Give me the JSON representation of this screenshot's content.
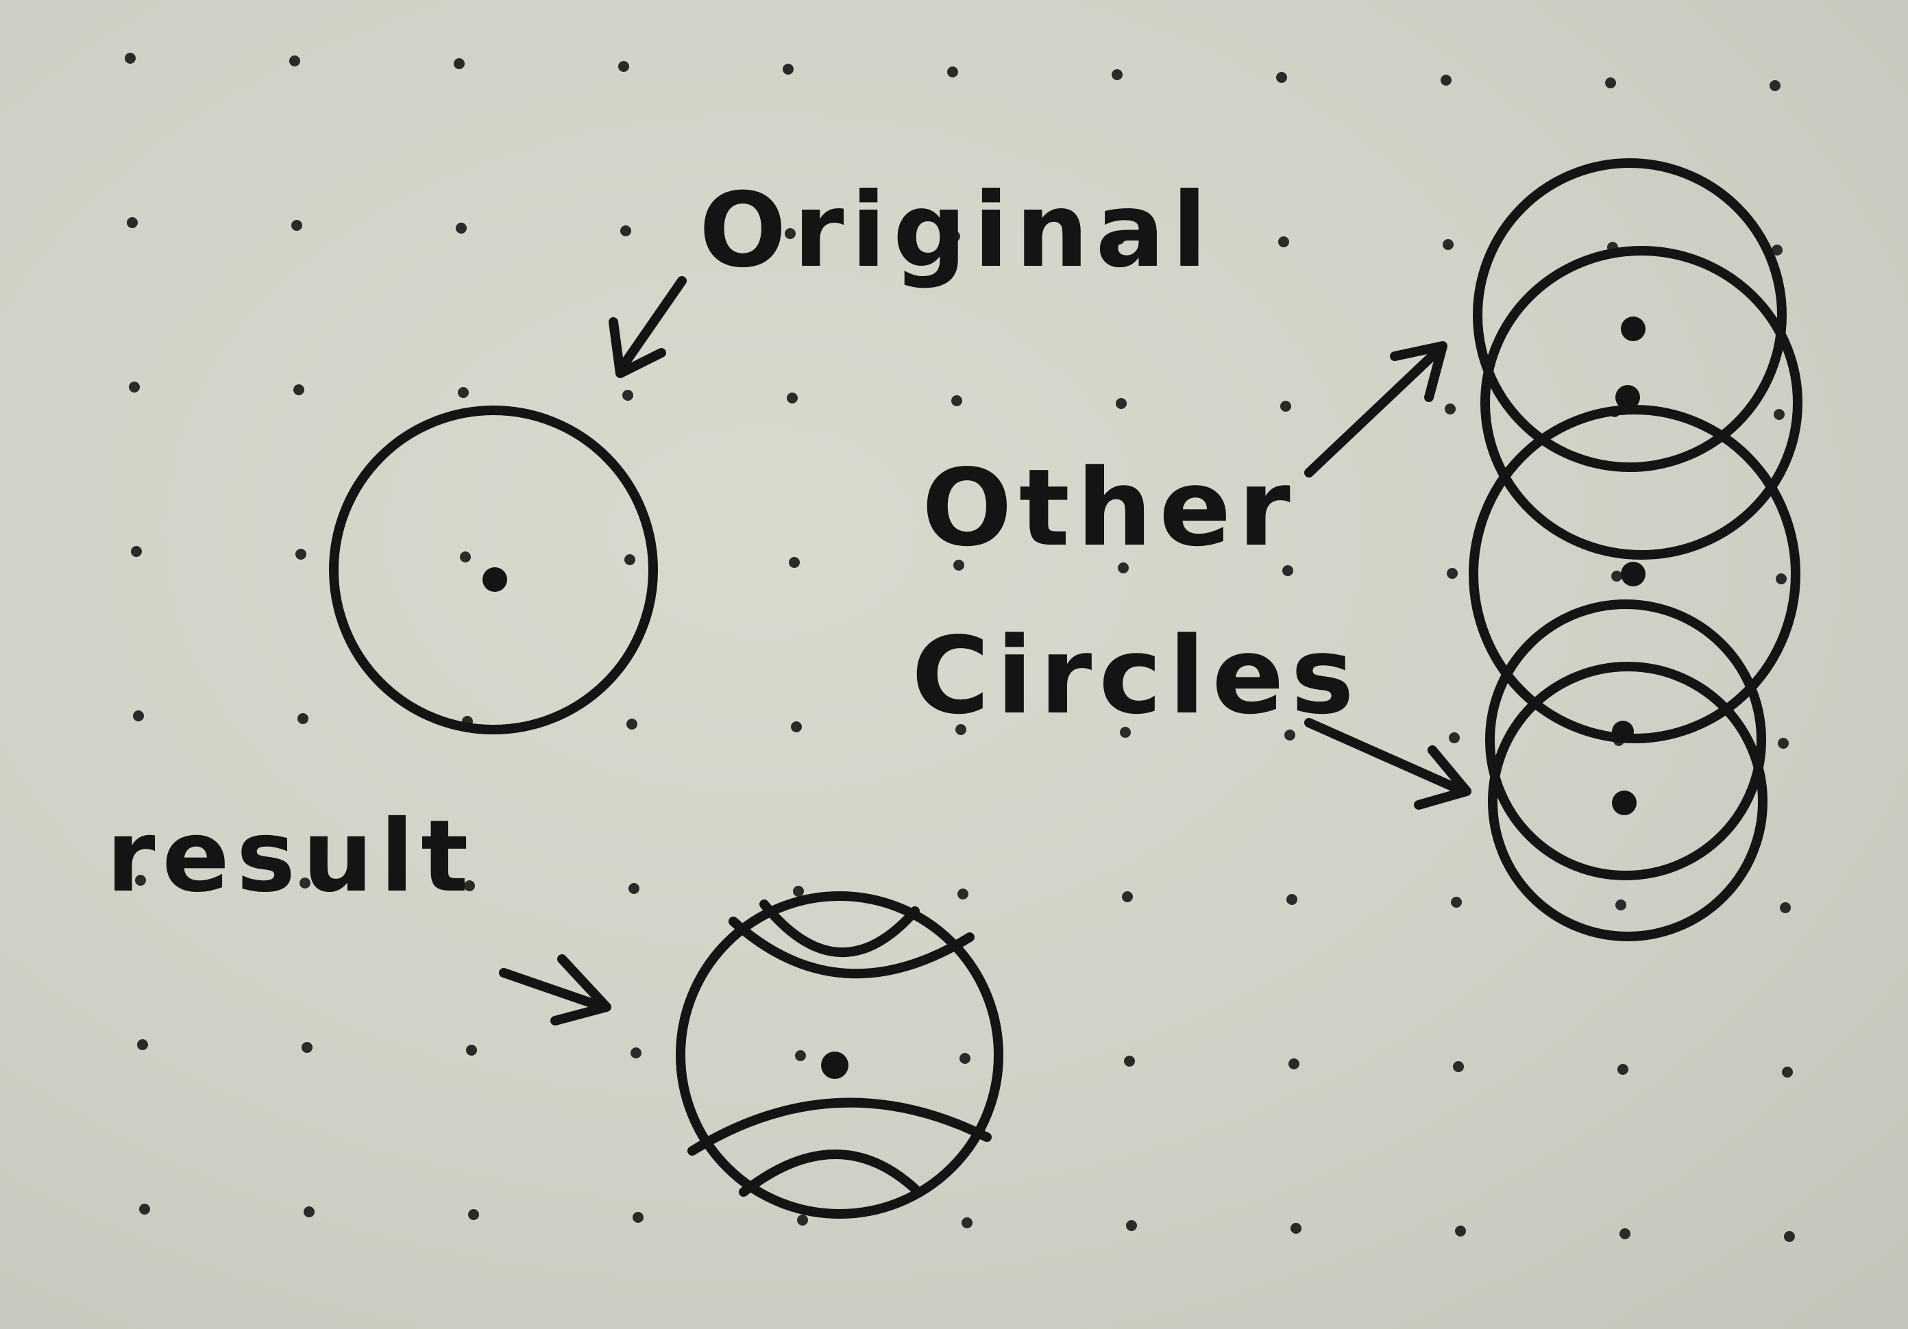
{
  "labels": {
    "original": "Original",
    "other_line1": "Other",
    "other_line2": "Circles",
    "result": "result"
  },
  "colors": {
    "paper": "#cfd2c6",
    "ink": "#141414"
  }
}
